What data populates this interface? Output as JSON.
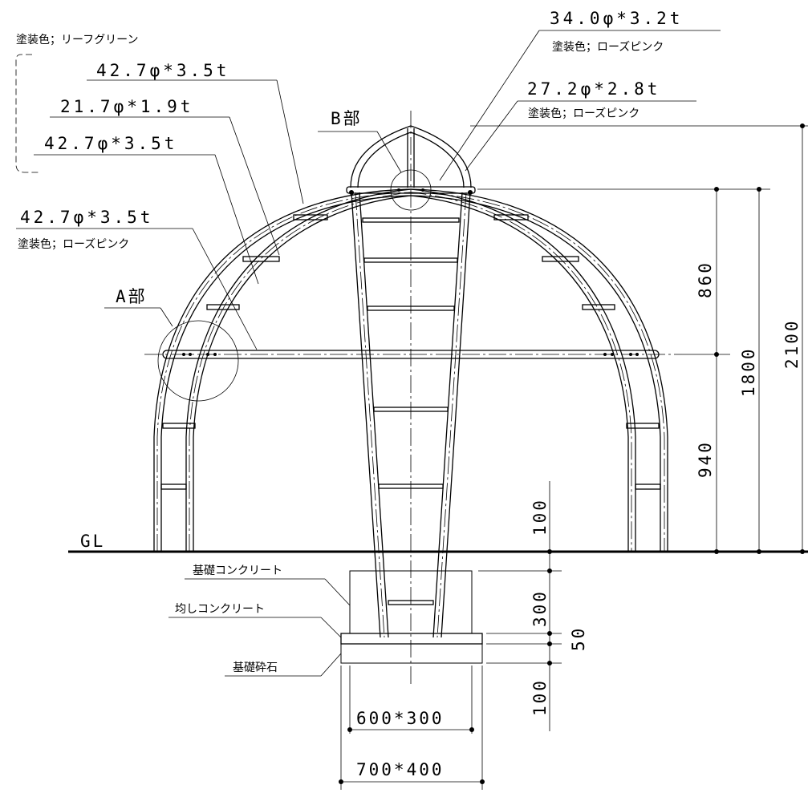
{
  "labels": {
    "paint_leaf_green": "塗装色；リーフグリーン",
    "paint_rose_pink_1": "塗装色；ローズピンク",
    "paint_rose_pink_2": "塗装色；ローズピンク",
    "paint_rose_pink_3": "塗装色；ローズピンク",
    "pipe_top_outer": "42.7φ*3.5t",
    "pipe_rung": "21.7φ*1.9t",
    "pipe_inner_arch": "42.7φ*3.5t",
    "pipe_horizontal_ring": "42.7φ*3.5t",
    "pipe_crown": "34.0φ*3.2t",
    "pipe_top_ring": "27.2φ*2.8t",
    "detail_a": "A部",
    "detail_b": "B部",
    "ground_line": "GL",
    "foundation_concrete": "基礎コンクリート",
    "leveling_concrete": "均しコンクリート",
    "foundation_gravel": "基礎砕石"
  },
  "dimensions": {
    "upper": "860",
    "lower": "940",
    "mid_total": "1800",
    "overall": "2100",
    "embed": "100",
    "foundation_depth": "300",
    "leveling_depth": "50",
    "gravel_depth": "100",
    "foundation_size": "600*300",
    "gravel_size": "700*400"
  }
}
